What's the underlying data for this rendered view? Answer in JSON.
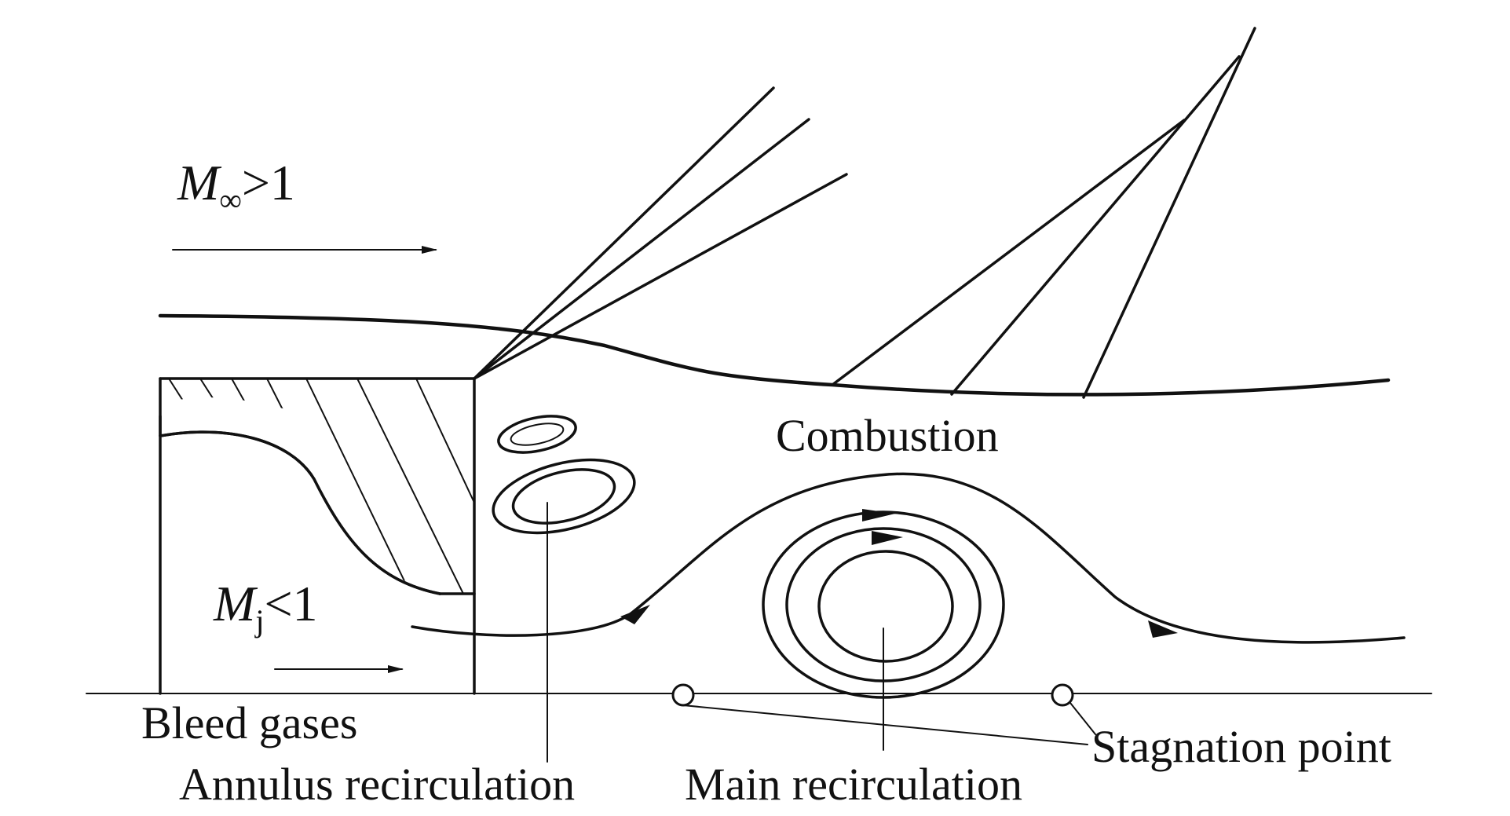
{
  "labels": {
    "freestream": {
      "symbol": "M",
      "subscript": "∞",
      "relation": ">1"
    },
    "jet": {
      "symbol": "M",
      "subscript": "j",
      "relation": "<1"
    },
    "combustion": "Combustion",
    "bleed_gases": "Bleed gases",
    "annulus_recirculation": "Annulus recirculation",
    "main_recirculation": "Main recirculation",
    "stagnation_point": "Stagnation point"
  },
  "colors": {
    "stroke": "#111111",
    "background": "#ffffff"
  }
}
